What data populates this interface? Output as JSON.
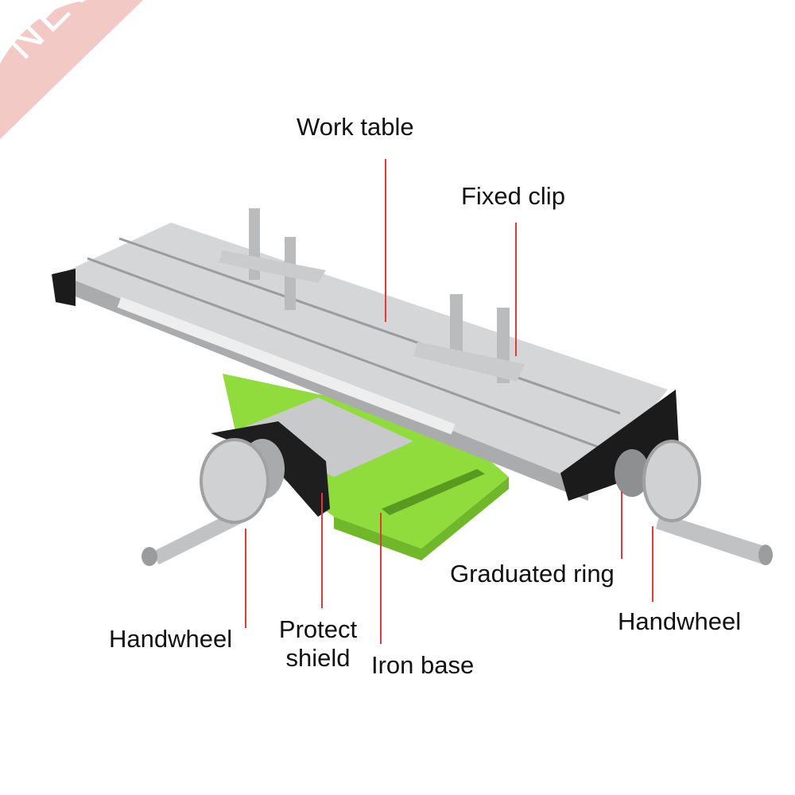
{
  "badge": {
    "text": "NEW",
    "color": "#f3c9c6"
  },
  "colors": {
    "leader": "#e0393e",
    "base_green": "#8fdc3c",
    "table_silver": "#d4d6d8",
    "caps": "#1b1b1b"
  },
  "labels": {
    "work_table": "Work table",
    "fixed_clip": "Fixed clip",
    "graduated_ring": "Graduated ring",
    "handwheel_right": "Handwheel",
    "handwheel_left": "Handwheel",
    "protect_shield_line1": "Protect",
    "protect_shield_line2": "shield",
    "iron_base": "Iron base"
  }
}
